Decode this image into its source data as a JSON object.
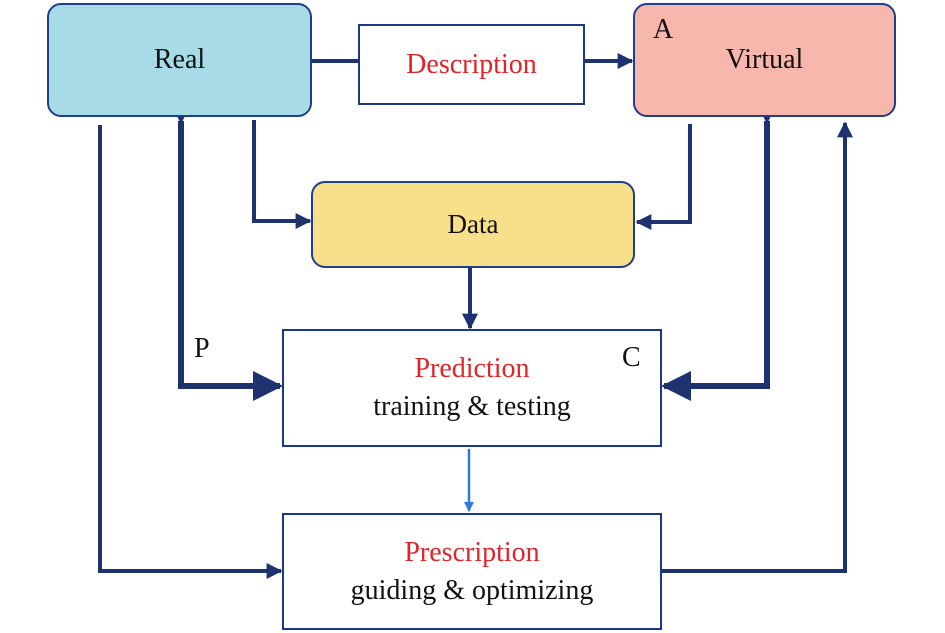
{
  "nodes": {
    "real": "Real",
    "virtual": "Virtual",
    "description": "Description",
    "data": "Data",
    "prediction": {
      "title": "Prediction",
      "subtitle": "training & testing"
    },
    "prescription": {
      "title": "Prescription",
      "subtitle": "guiding & optimizing"
    }
  },
  "markers": {
    "a": "A",
    "p": "P",
    "c": "C"
  },
  "colors": {
    "real_fill": "#a7dbe8",
    "virtual_fill": "#f8b7ad",
    "data_fill": "#f8e08a",
    "arrow_dark": "#1f3270",
    "arrow_blue": "#2f7bdc",
    "highlight_text": "#e2232a"
  }
}
